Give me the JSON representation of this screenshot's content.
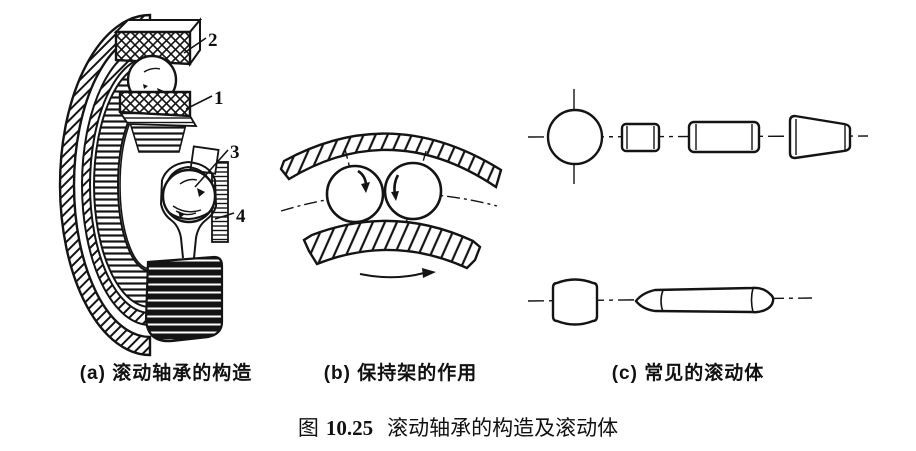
{
  "page": {
    "background": "#ffffff",
    "ink": "#141414"
  },
  "caption": {
    "prefix": "图",
    "number": "10.25",
    "title": "滚动轴承的构造及滚动体"
  },
  "panels": {
    "a": {
      "caption": "(a) 滚动轴承的构造",
      "labels": [
        "2",
        "1",
        "3",
        "4"
      ]
    },
    "b": {
      "caption": "(b) 保持架的作用"
    },
    "c": {
      "caption": "(c) 常见的滚动体"
    }
  }
}
